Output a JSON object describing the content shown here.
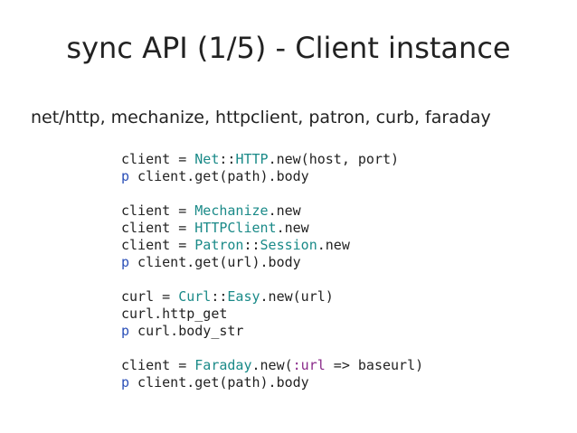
{
  "slide": {
    "title": "sync API (1/5) - Client instance",
    "subtitle": "net/http, mechanize, httpclient, patron, curb, faraday"
  },
  "code_lines": [
    [
      {
        "t": "client = ",
        "c": ""
      },
      {
        "t": "Net",
        "c": "const"
      },
      {
        "t": "::",
        "c": ""
      },
      {
        "t": "HTTP",
        "c": "const"
      },
      {
        "t": ".new(host, port)",
        "c": ""
      }
    ],
    [
      {
        "t": "p",
        "c": "p"
      },
      {
        "t": " client.get(path).body",
        "c": ""
      }
    ],
    [],
    [
      {
        "t": "client = ",
        "c": ""
      },
      {
        "t": "Mechanize",
        "c": "const"
      },
      {
        "t": ".new",
        "c": ""
      }
    ],
    [
      {
        "t": "client = ",
        "c": ""
      },
      {
        "t": "HTTPClient",
        "c": "const"
      },
      {
        "t": ".new",
        "c": ""
      }
    ],
    [
      {
        "t": "client = ",
        "c": ""
      },
      {
        "t": "Patron",
        "c": "const"
      },
      {
        "t": "::",
        "c": ""
      },
      {
        "t": "Session",
        "c": "const"
      },
      {
        "t": ".new",
        "c": ""
      }
    ],
    [
      {
        "t": "p",
        "c": "p"
      },
      {
        "t": " client.get(url).body",
        "c": ""
      }
    ],
    [],
    [
      {
        "t": "curl = ",
        "c": ""
      },
      {
        "t": "Curl",
        "c": "const"
      },
      {
        "t": "::",
        "c": ""
      },
      {
        "t": "Easy",
        "c": "const"
      },
      {
        "t": ".new(url)",
        "c": ""
      }
    ],
    [
      {
        "t": "curl.http_get",
        "c": ""
      }
    ],
    [
      {
        "t": "p",
        "c": "p"
      },
      {
        "t": " curl.body_str",
        "c": ""
      }
    ],
    [],
    [
      {
        "t": "client = ",
        "c": ""
      },
      {
        "t": "Faraday",
        "c": "const"
      },
      {
        "t": ".new(",
        "c": ""
      },
      {
        "t": ":url",
        "c": "sym"
      },
      {
        "t": " => baseurl)",
        "c": ""
      }
    ],
    [
      {
        "t": "p",
        "c": "p"
      },
      {
        "t": " client.get(path).body",
        "c": ""
      }
    ]
  ]
}
